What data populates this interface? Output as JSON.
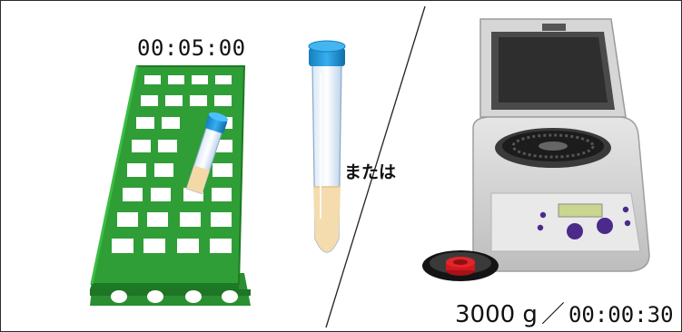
{
  "left_panel": {
    "timer": "00:05:00",
    "or_label": "または"
  },
  "right_panel": {
    "speed": "3000 g",
    "separator": "／",
    "timer": "00:00:30"
  },
  "colors": {
    "rack_green": "#2f9e36",
    "tube_cap_blue": "#1f8fcf",
    "centrifuge_gray": "#cfcfcf",
    "button_purple": "#4b2a8a",
    "rotor_red": "#d0181f"
  },
  "icons": [
    "test-tube-rack",
    "conical-tube",
    "centrifuge",
    "rotor-adapter"
  ]
}
